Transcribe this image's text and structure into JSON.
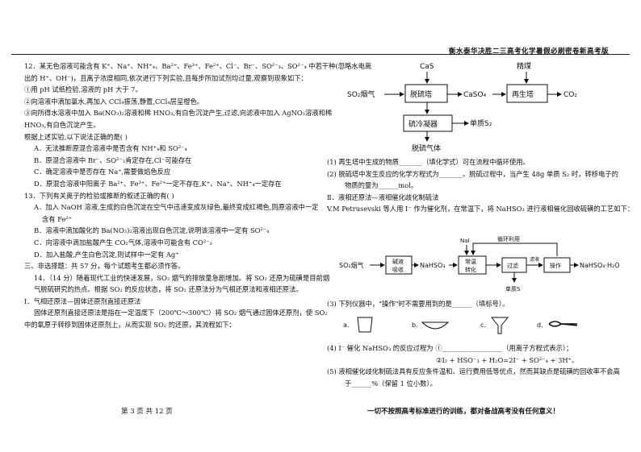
{
  "header": "衡水泰华决胜二三高考化学暑假必刷密卷新高考版",
  "left_lines": [
    "12．某无色溶液可能含有 K⁺、Na⁺、NH⁺₄、Ba²⁺、Fe³⁺、Fe²⁺、Cl⁻、Br⁻、SO²⁻₃、SO²⁻₄ 中若干种(忽略水电离",
    "出的 H⁺、OH⁻)，且离子浓度相同,依次进行下列实验,且每步所加试剂均过量,观察到现象如下：",
    "①用 pH 试纸检验,溶液的 pH 大于 7。",
    "②向溶液中滴加氯水,再加入 CCl₄振荡,静置,CCl₄层呈橙色。",
    "③向所得水溶液中加入 Ba(NO₃)₂溶液和稀 HNO₃,有白色沉淀产生,过滤,向滤液中加入 AgNO₃溶液和稀",
    "HNO₃,有白色沉淀产生。",
    "根据上述实验,以下说法正确的是(      )",
    "A．无法推断原混合溶液中是否含有 NH⁺₄和 SO²⁻₄",
    "B．原混合溶液中 Br⁻、SO²⁻₃肯定存在,Cl⁻可能存在",
    "C．确定溶液中是否存在 Na⁺,需要做焰色反应",
    "D．原混合溶液中阳离子 Ba²⁺、Fe³⁺、Fe²⁺一定不存在,K⁺、Na⁺、NH⁺₄一定存在",
    "13．下列有关离子的检验或推断的叙述正确的有(      )",
    "A．加入 NaOH 溶液,生成的白色沉淀在空气中迅速变成灰绿色,最终变成红褐色,则原溶液中一定",
    "含有 Fe²⁺",
    "B．溶液中滴加酸化的 Ba(NO₃)₂溶液出现白色沉淀,说明该溶液中一定有 SO²⁻₄",
    "C．向溶液中滴加盐酸产生 CO₂气体,溶液中可能含有 CO²⁻₃",
    "D．加入盐酸,产生白色沉淀,则试样中一定有 Ag⁺",
    "三、非选择题：共 57 分，每个试题考生都必须作答。",
    "14．（14 分）随着现代工业的快速发展，SO₂ 烟气的排放量急剧增加。将 SO₂ 还原为硫磺是目前烟",
    "气脱硫研究的热点。根据 SO₂ 的反应状态，将 SO₂ 还原法分为气相还原法和液相还原法。",
    "Ⅰ．气相还原法—固体还原剂直接还原法",
    "固体还原剂直接还原法是指在一定温度下（200℃～300℃）将 SO₂ 烟气通过固体还原剂，使 SO₂",
    "中的氧原子转移到固体还原剂上，从而实现 SO₂ 的还原，其流程如下："
  ],
  "right_lines_a": [
    "(1) 再生塔中生成的物质_______（填化学式）可在流程中循环使用。",
    "(2) 脱硫塔中发生反应的化学方程式为_______。脱硫过程中，当产生 48g 单质 S₂ 时，转移电子的",
    "物质的量为______mol。",
    "Ⅱ．液相还原法—液相催化歧化制硫法",
    "V.M Petrusevski 等人用 I⁻ 作为催化剂，在常温下，将 NaHSO₃ 进行液相催化回收硫磺的工艺如下："
  ],
  "right_lines_b": [
    "(3) 下列仪器中，\"操作\"时不需要用到的是______（填标号）。"
  ],
  "right_lines_c": [
    "(4) I⁻ 催化 NaHSO₃ 的反应过程为  ①__________________（用离子方程式表示）；",
    "②I₂ + HSO⁻₃ + H₂O=2I⁻ + SO²⁻₄ + 3H⁺。",
    "(5) 液相催化歧化制硫法具有反应条件温和、运行费用低等优点，然而其缺点是硫磺的回收率不会高",
    "于______%（保留 1 位小数）。"
  ],
  "flow1": {
    "cas": "CaS",
    "coal": "精煤",
    "so2": "SO₂烟气",
    "desulf": "脱硫塔",
    "caso4": "CaSO₄",
    "regen": "再生塔",
    "co2": "CO₂",
    "cond": "硫冷凝器",
    "s2": "单质S₂",
    "gas": "脱硫气体"
  },
  "flow2": {
    "so2": "SO₂烟气",
    "absorb1": "碱液",
    "absorb2": "吸收",
    "nahso3": "NaHSO₃",
    "nai": "NaI",
    "cycle": "循环利用",
    "conv1": "常温",
    "conv2": "转化",
    "filter": "过滤",
    "filtrate": "滤液",
    "op": "操作",
    "prod": "NaHSO₄·H₂O",
    "s": "单质S"
  },
  "instruments": [
    "a.",
    "b.",
    "c.",
    "d."
  ],
  "footer": "第 3 页      共 12 页",
  "motto": "一切不按照高考标准进行的训练，都对备战高考没有任何意义！"
}
